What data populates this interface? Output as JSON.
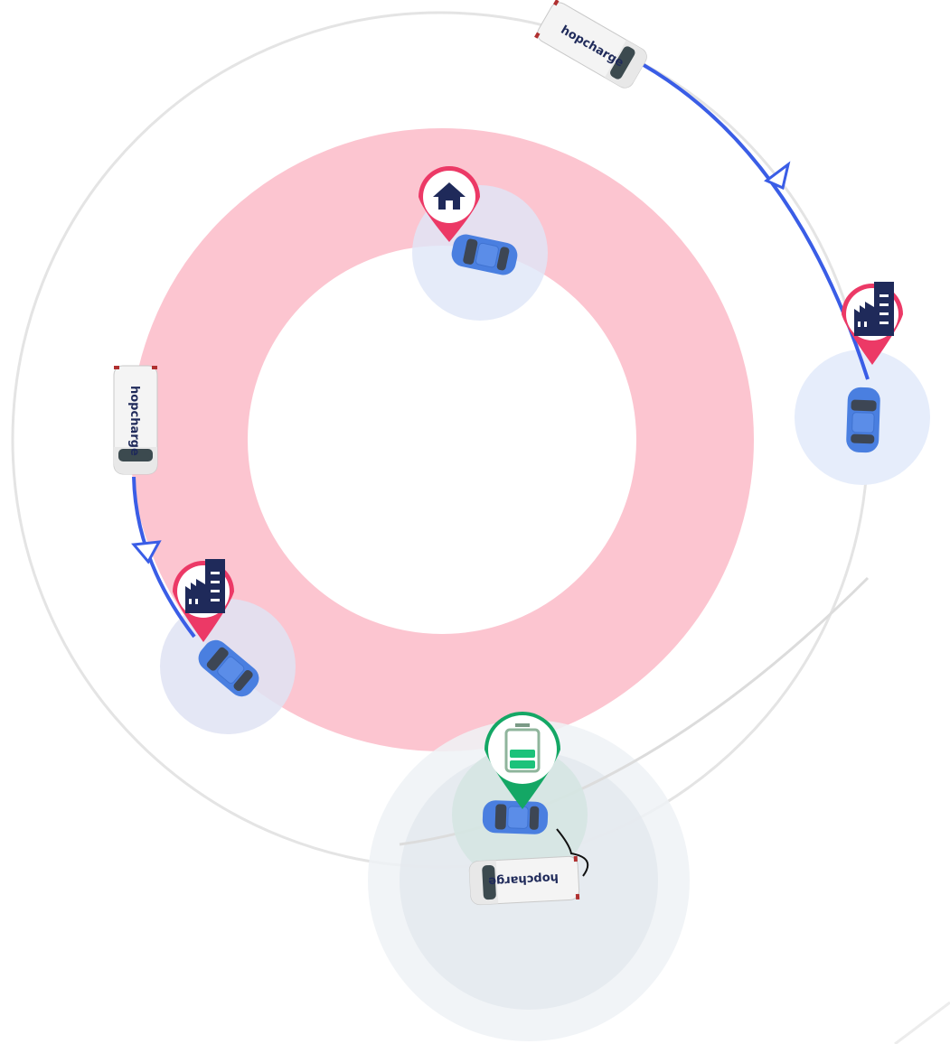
{
  "brand": {
    "van_label": "hopcharge"
  },
  "colors": {
    "outer_ring": "#e4e4e4",
    "service_zone": "#fcc5d0",
    "route": "#3a5de6",
    "pin_red": "#ec3966",
    "pin_green": "#14a765",
    "car_blue": "#4a7fe0",
    "halo_blue": "#e6edfb",
    "icon_navy": "#1f2a5a"
  },
  "markers": [
    {
      "id": "home",
      "icon": "home-icon"
    },
    {
      "id": "office-right",
      "icon": "building-icon"
    },
    {
      "id": "office-left",
      "icon": "building-icon"
    },
    {
      "id": "charging",
      "icon": "battery-icon"
    }
  ]
}
